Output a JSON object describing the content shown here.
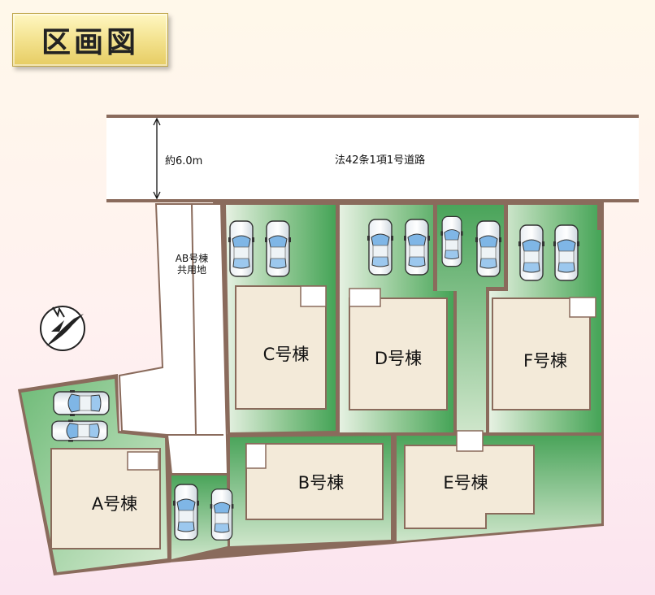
{
  "title": "区画図",
  "road": {
    "name": "法42条1項1号道路",
    "width_label": "約6.0m"
  },
  "shared_land": {
    "line1": "AB号棟",
    "line2": "共用地"
  },
  "lots": [
    {
      "id": "A",
      "label": "A号棟"
    },
    {
      "id": "B",
      "label": "B号棟"
    },
    {
      "id": "C",
      "label": "C号棟"
    },
    {
      "id": "D",
      "label": "D号棟"
    },
    {
      "id": "E",
      "label": "E号棟"
    },
    {
      "id": "F",
      "label": "F号棟"
    }
  ],
  "north_icon": "north-arrow-icon",
  "colors": {
    "lot_green": "#4fa85e",
    "boundary": "#8a6b5c",
    "house": "#f3ead9",
    "road": "#ffffff"
  }
}
